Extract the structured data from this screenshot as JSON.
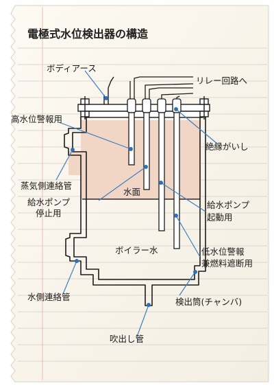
{
  "title": "電極式水位検出器の構造",
  "labels": {
    "body_earth": "ボディアース",
    "relay": "リレー回路へ",
    "high_alarm": "高水位警報用",
    "insulator": "絶縁がいし",
    "steam_pipe": "蒸気側連絡管",
    "pump_stop_1": "給水ポンプ",
    "pump_stop_2": "停止用",
    "water_surface": "水面",
    "pump_start_1": "給水ポンプ",
    "pump_start_2": "起動用",
    "boiler_water": "ボイラー水",
    "low_alarm_1": "低水位警報",
    "low_alarm_2": "兼燃料遮断用",
    "water_pipe": "水側連絡管",
    "chamber": "検出筒(チャンバ)",
    "blow_pipe": "吹出し管"
  },
  "colors": {
    "paper": "#fbf7ef",
    "ruled_line": "#cbc3bd",
    "margin_line": "#d9a89a",
    "steam": "#f1d6c6",
    "pipe": "#1b1b1b",
    "leader": "#3a7fc3",
    "dot": "#2f6fb8"
  }
}
